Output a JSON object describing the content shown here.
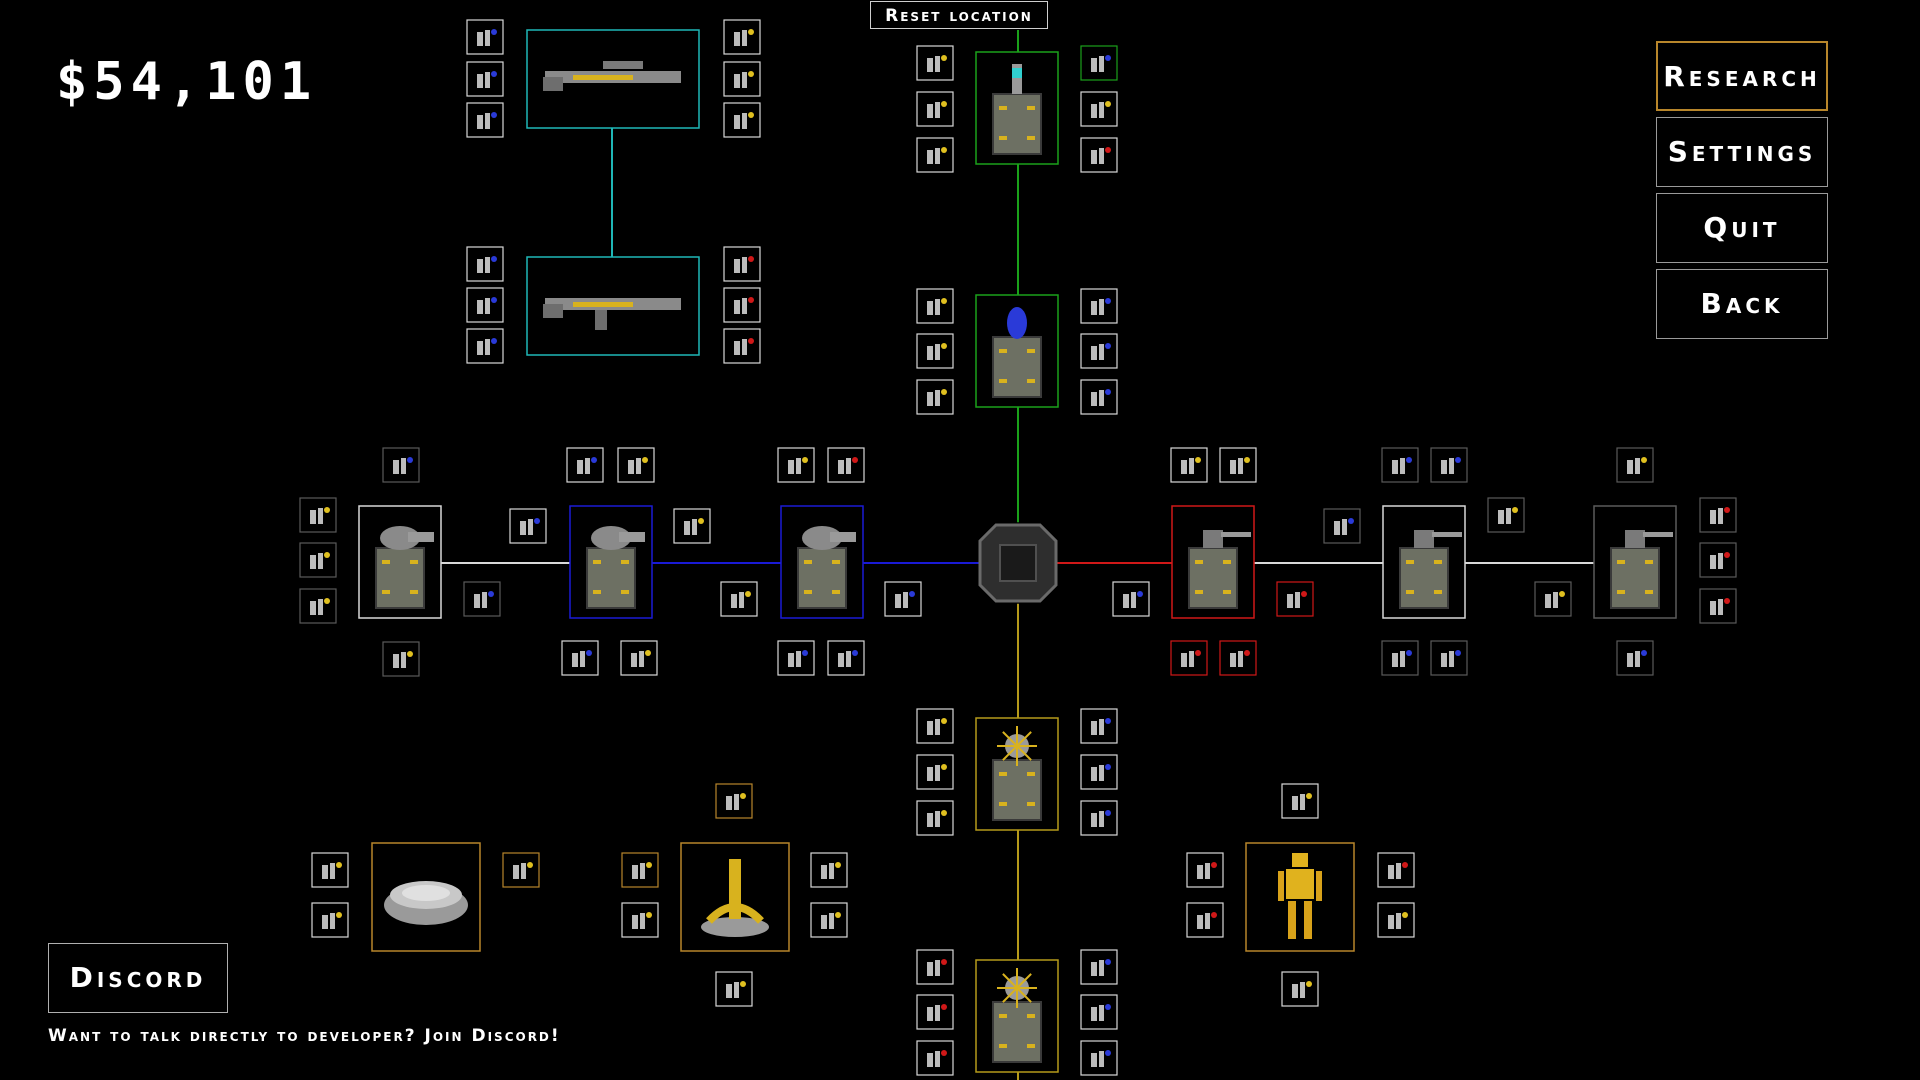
{
  "money": "$54,101",
  "reset_label": "Reset location",
  "menu": {
    "research": "Research",
    "settings": "Settings",
    "quit": "Quit",
    "back": "Back"
  },
  "discord": {
    "button": "Discord",
    "note": "Want to talk directly to developer? Join Discord!"
  },
  "colors": {
    "cyan": "#1fb7b7",
    "green": "#1aa11a",
    "blue": "#1a1ad6",
    "red": "#d01818",
    "yellow": "#b59a1a",
    "white": "#d8d8d8",
    "gold": "#b8862b",
    "grey": "#5a5a5a"
  },
  "tree": {
    "center_hub": "center-hub-icon",
    "branches": [
      {
        "name": "weapons",
        "color": "cyan",
        "items": [
          "sniper-rifle-icon",
          "assault-rifle-icon"
        ]
      },
      {
        "name": "north-turrets",
        "color": "green",
        "items": [
          "tesla-turret-icon",
          "plasma-turret-icon"
        ]
      },
      {
        "name": "west-turrets",
        "color": "blue",
        "items": [
          "cannon-turret-icon",
          "cannon-turret-icon",
          "cannon-turret-icon"
        ]
      },
      {
        "name": "east-turrets",
        "color": "red",
        "items": [
          "gatling-turret-icon",
          "gatling-turret-icon",
          "gatling-turret-icon"
        ]
      },
      {
        "name": "south-turrets",
        "color": "yellow",
        "items": [
          "spike-turret-icon",
          "spike-turret-icon"
        ]
      },
      {
        "name": "specials",
        "color": "gold",
        "items": [
          "shield-dome-icon",
          "drill-station-icon",
          "robot-icon"
        ]
      }
    ]
  }
}
